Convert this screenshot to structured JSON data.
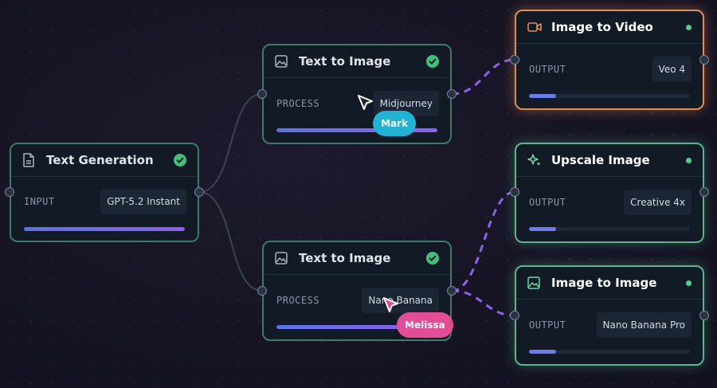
{
  "colors": {
    "accent_blue": "#5b73e8",
    "accent_purple": "#8e5ff0",
    "status_green": "#4fd08a",
    "video_orange": "#e28c58",
    "mark_cyan": "#1fb3d6",
    "melissa_pink": "#e44d96"
  },
  "nodes": {
    "text_generation": {
      "title": "Text Generation",
      "kind": "INPUT",
      "model": "GPT-5.2 Instant",
      "icon": "document-icon",
      "status": "complete",
      "progress": 1.0
    },
    "text_to_image_1": {
      "title": "Text to Image",
      "kind": "PROCESS",
      "model": "Midjourney",
      "icon": "image-icon",
      "status": "complete",
      "progress": 1.0
    },
    "text_to_image_2": {
      "title": "Text to Image",
      "kind": "PROCESS",
      "model": "Nano Banana",
      "icon": "image-icon",
      "status": "complete",
      "progress": 1.0
    },
    "image_to_video": {
      "title": "Image to Video",
      "kind": "OUTPUT",
      "model": "Veo 4",
      "icon": "video-camera-icon",
      "status": "running",
      "progress": 0.17
    },
    "upscale_image": {
      "title": "Upscale Image",
      "kind": "OUTPUT",
      "model": "Creative 4x",
      "icon": "sparkle-icon",
      "status": "running",
      "progress": 0.17
    },
    "image_to_image": {
      "title": "Image to Image",
      "kind": "OUTPUT",
      "model": "Nano Banana Pro",
      "icon": "image-icon",
      "status": "running",
      "progress": 0.17
    }
  },
  "cursors": [
    {
      "name": "Mark"
    },
    {
      "name": "Melissa"
    }
  ]
}
